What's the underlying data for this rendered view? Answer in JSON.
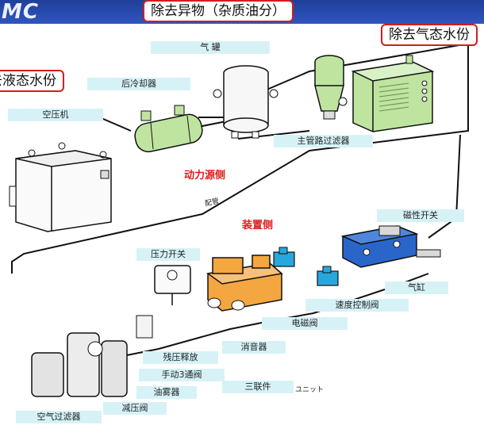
{
  "logo": "MC",
  "callouts": {
    "foreign": "除去异物（杂质油分）",
    "vapor": "除去气态水份",
    "liquid": "去液态水份"
  },
  "sections": {
    "power": "动力源侧",
    "device": "装置侧"
  },
  "labels": {
    "tank": "气 罐",
    "aftercooler": "后冷却器",
    "compressor": "空压机",
    "main_filter": "主管路过滤器",
    "magnetic_switch": "磁性开关",
    "pressure_switch": "压力开关",
    "cylinder": "气缸",
    "speed_valve": "速度控制阀",
    "solenoid": "电磁阀",
    "muffler": "消音器",
    "relief": "残压释放",
    "manual_valve": "手动3通阀",
    "lubricator": "油雾器",
    "frl": "三联件",
    "regulator": "减压阀",
    "air_filter": "空气过滤器"
  },
  "annotations": {
    "piping": "配管",
    "unit": "ユニット"
  },
  "colors": {
    "header": "#2f55c0",
    "callout_border": "#d21d1d",
    "label_bg": "#d6f2f7",
    "section_title": "#e01b1b",
    "filter_green": "#bfe4a0",
    "valve_orange": "#f4a640",
    "cylinder_blue": "#2a66c9",
    "speed_valve_cyan": "#27a7dc"
  }
}
